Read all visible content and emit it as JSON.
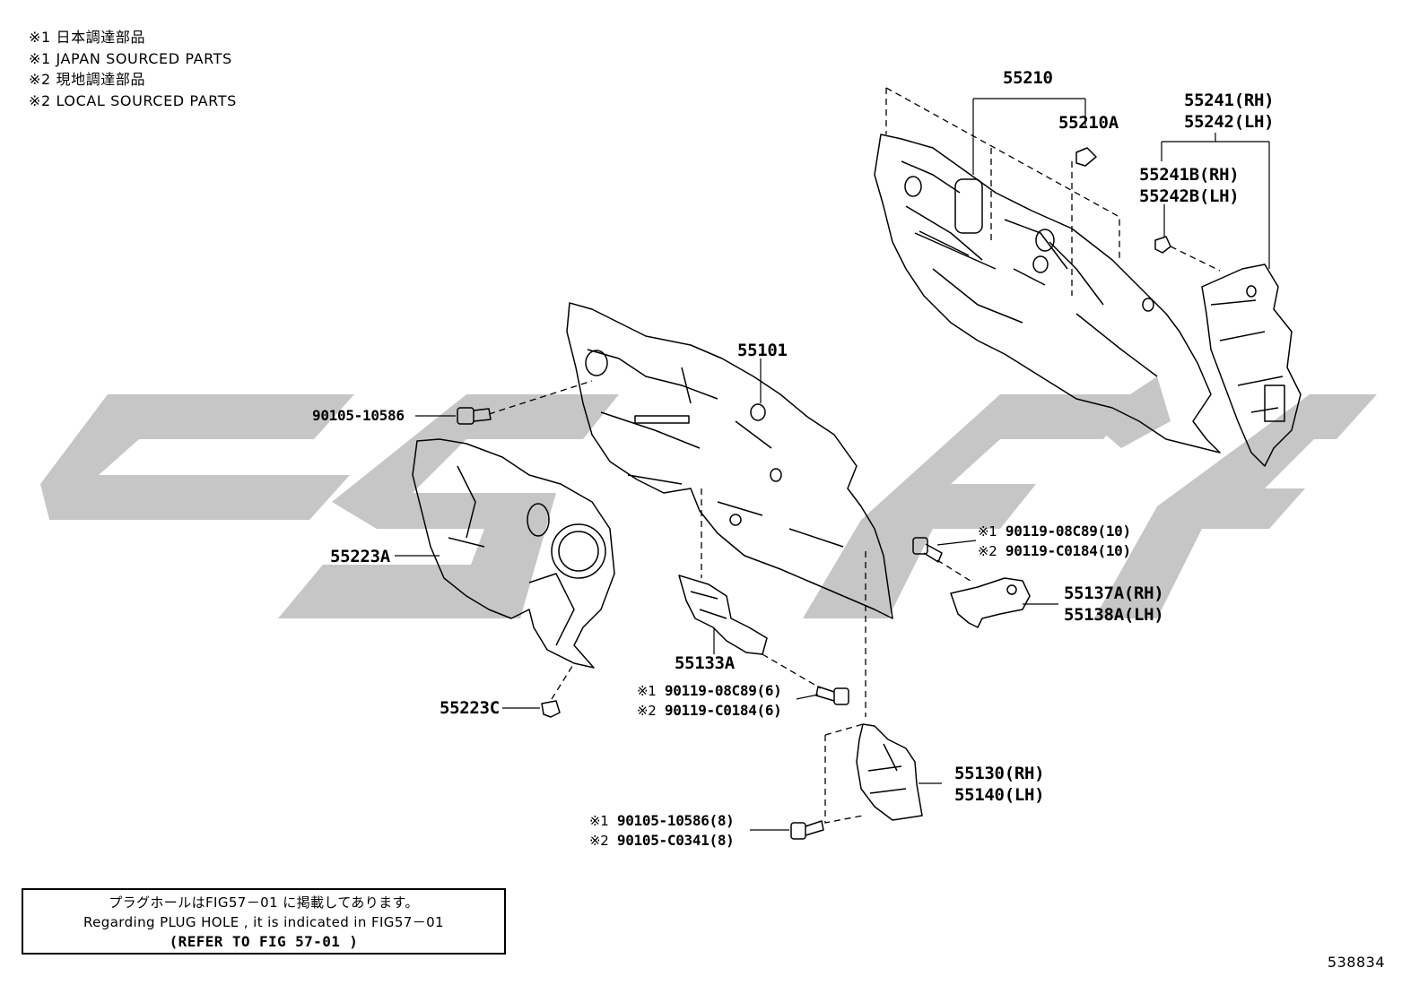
{
  "notes": [
    "※1 日本調達部品",
    "※1 JAPAN SOURCED PARTS",
    "※2 現地調達部品",
    "※2 LOCAL SOURCED PARTS"
  ],
  "watermark_color": "#c6c6c6",
  "parts": {
    "p55210": "55210",
    "p55210A": "55210A",
    "p55241": "55241(RH)",
    "p55242": "55242(LH)",
    "p55241B": "55241B(RH)",
    "p55242B": "55242B(LH)",
    "p55101": "55101",
    "p90105_10586": "90105-10586",
    "p55223A": "55223A",
    "p55223C": "55223C",
    "p55133A": "55133A",
    "p55137A": "55137A(RH)",
    "p55138A": "55138A(LH)",
    "p55130": "55130(RH)",
    "p55140": "55140(LH)"
  },
  "fasteners": {
    "f1_mark": "※1",
    "f1_num": "90119-08C89(10)",
    "f2_mark": "※2",
    "f2_num": "90119-C0184(10)",
    "f3_mark": "※1",
    "f3_num": "90119-08C89(6)",
    "f4_mark": "※2",
    "f4_num": "90119-C0184(6)",
    "f5_mark": "※1",
    "f5_num": "90105-10586(8)",
    "f6_mark": "※2",
    "f6_num": "90105-C0341(8)"
  },
  "plug_note": {
    "jp": "プラグホールはFIG57－01 に掲載してあります。",
    "en": "Regarding  PLUG HOLE , it is  indicated  in  FIG57－01",
    "ref": "(REFER TO FIG 57-01  )"
  },
  "doc_number": "538834"
}
